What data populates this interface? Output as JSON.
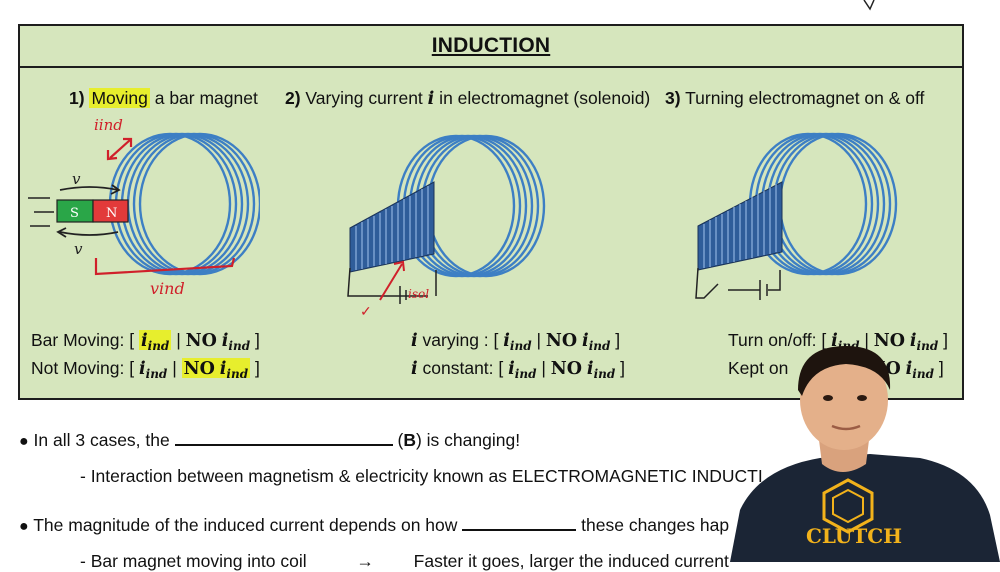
{
  "header_fragment": "",
  "panel": {
    "title": "INDUCTION",
    "cases": [
      {
        "num": "1)",
        "highlight_word": "Moving",
        "rest": " a bar magnet"
      },
      {
        "num": "2)",
        "text": " Varying current ",
        "var": "i",
        "rest": " in electromagnet (solenoid)"
      },
      {
        "num": "3)",
        "text": " Turning electromagnet on & off"
      }
    ],
    "magnet": {
      "south": "S",
      "north": "N"
    },
    "annotations": {
      "i_ind": "iind",
      "v_top": "v",
      "v_bottom": "v",
      "v_ind": "vind",
      "i_sol": "isol",
      "check_mark": "✓"
    },
    "rows": {
      "bar_moving_label": "Bar Moving: [",
      "not_moving_label": "Not Moving: [",
      "i_varying_label": " varying  : [",
      "i_constant_label": " constant: [",
      "turn_onoff_label": "Turn on/off: [",
      "kept_on_label": "Kept on",
      "i": "i",
      "ind": "ind",
      "no": "NO",
      "sep": "|",
      "close": "]"
    }
  },
  "bullets": {
    "b1_pre": "In all 3 cases, the",
    "b1_mid": "(",
    "b1_bold": "B",
    "b1_post": ") is changing!",
    "b1_sub": "- Interaction between magnetism & electricity known as ELECTROMAGNETIC INDUCTI",
    "b2_pre": "The magnitude of the induced current depends on how",
    "b2_post": "these changes hap",
    "b2_sub_left": "- Bar magnet moving into coil",
    "b2_sub_arrow": "→",
    "b2_sub_right": "Faster it goes, larger the induced current"
  },
  "presenter": {
    "shirt_text": "CLUTCH"
  },
  "colors": {
    "panel_bg": "#d6e6bd",
    "highlight": "#e7ee2d",
    "coil": "#3d7fc4",
    "ink_red": "#d0202a",
    "shirt": "#1b2535",
    "logo": "#f2b21b"
  }
}
